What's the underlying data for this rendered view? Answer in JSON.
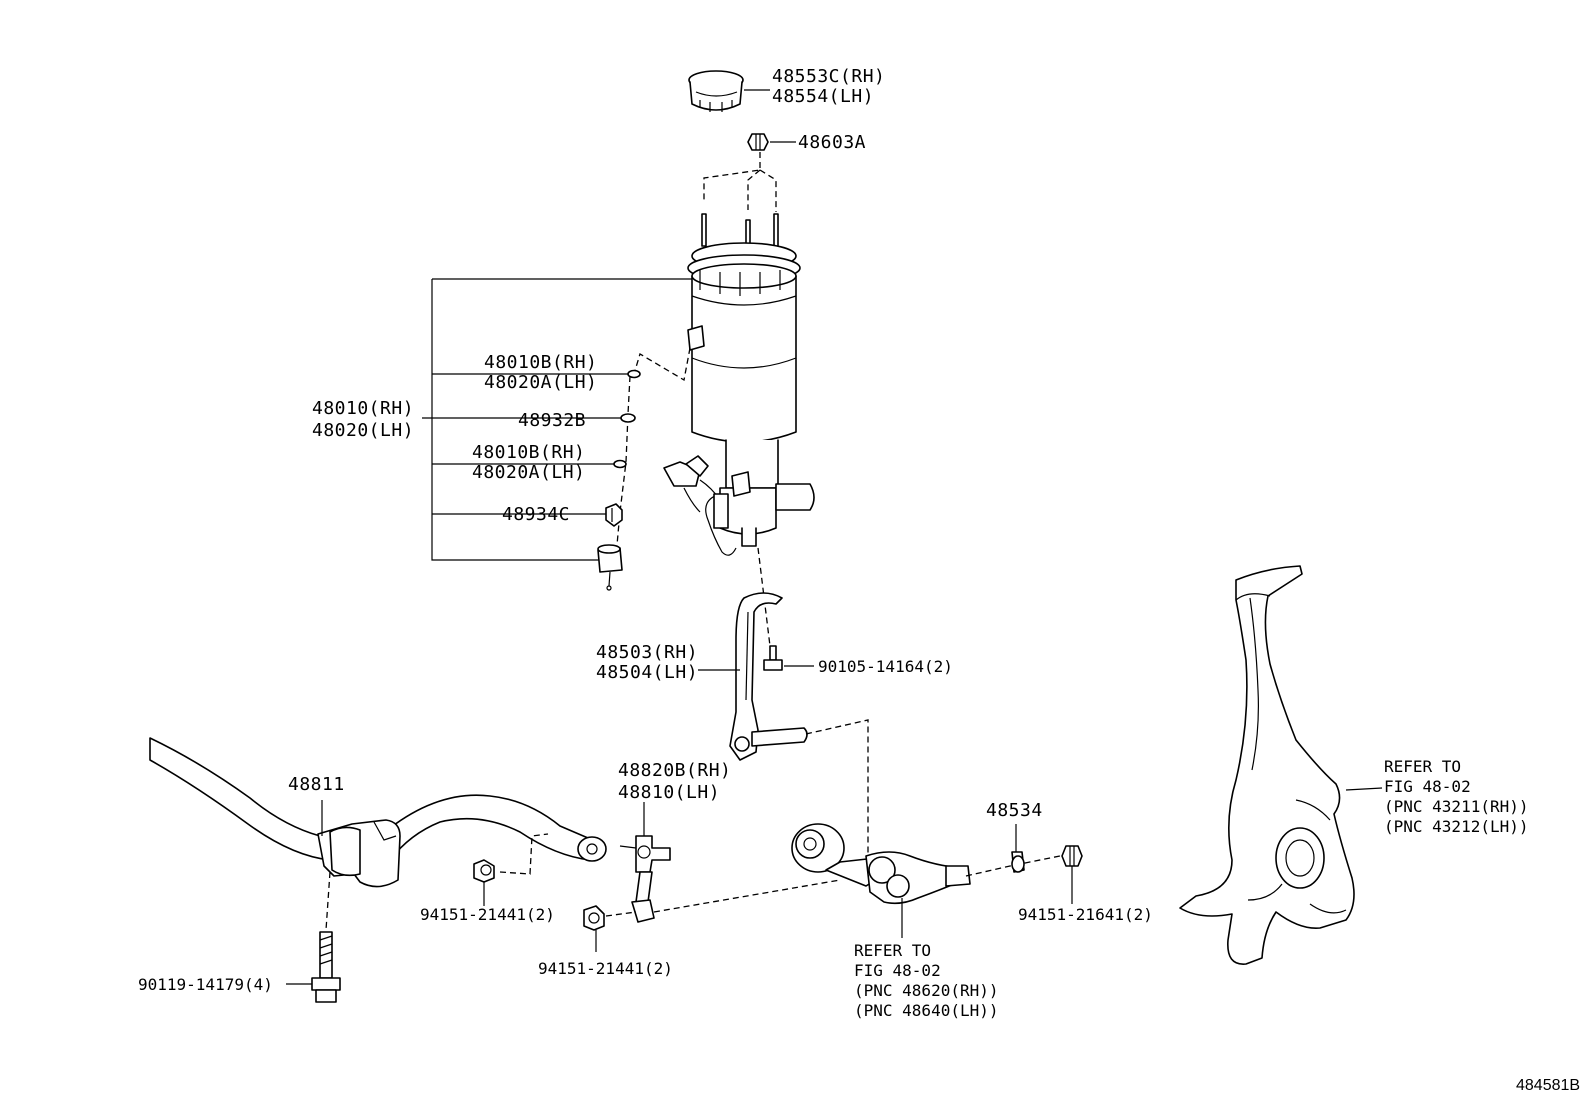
{
  "labels": {
    "cap": [
      "48553C(RH)",
      "48554(LH)"
    ],
    "nut_top": "48603A",
    "shock_main": [
      "48010(RH)",
      "48020(LH)"
    ],
    "oring_1": [
      "48010B(RH)",
      "48020A(LH)"
    ],
    "oring_mid": "48932B",
    "oring_2": [
      "48010B(RH)",
      "48020A(LH)"
    ],
    "clip": "48934C",
    "bracket": [
      "48503(RH)",
      "48504(LH)"
    ],
    "bolt_bracket": "90105-14164(2)",
    "link": [
      "48820B(RH)",
      "48810(LH)"
    ],
    "stabilizer": "48811",
    "bushing": "48534",
    "nut_left": "94151-21441(2)",
    "nut_link": "94151-21441(2)",
    "bolt_bottom": "90119-14179(4)",
    "nut_right": "94151-21641(2)",
    "ref_arm": [
      "REFER TO",
      "FIG 48-02",
      "(PNC 48620(RH))",
      "(PNC 48640(LH))"
    ],
    "ref_knuckle": [
      "REFER TO",
      "FIG 48-02",
      "(PNC 43211(RH))",
      "(PNC 43212(LH))"
    ],
    "figure_id": "484581B"
  },
  "icons": [
    "air-cap-icon",
    "nut-icon",
    "air-strut-icon",
    "o-ring-icon",
    "clip-icon",
    "bushing-icon",
    "bracket-icon",
    "bolt-icon",
    "stabilizer-bar-icon",
    "link-rod-icon",
    "lower-arm-icon",
    "steering-knuckle-icon"
  ]
}
